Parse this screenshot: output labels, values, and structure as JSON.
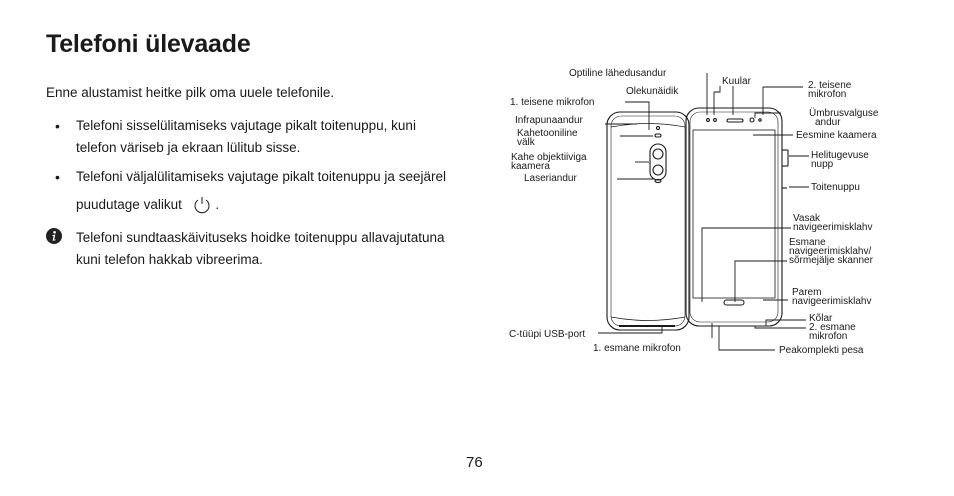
{
  "heading": "Telefoni ülevaade",
  "intro": "Enne alustamist heitke pilk oma uuele telefonile.",
  "bullets": [
    {
      "line1": "Telefoni sisselülitamiseks vajutage pikalt toitenuppu, kuni",
      "line2": "telefon väriseb ja ekraan lülitub sisse."
    },
    {
      "line1": "Telefoni väljalülitamiseks vajutage pikalt toitenuppu ja seejärel",
      "line2": "puudutage valikut",
      "line2_end": "."
    }
  ],
  "note": {
    "line1": "Telefoni sundtaaskäivituseks hoidke toitenuppu allavajutatuna",
    "line2": "kuni telefon hakkab vibreerima."
  },
  "diagram_labels": {
    "optiline": "Optiline lähedusandur",
    "kuular": "Kuular",
    "teisene_mik_2": [
      "2. teisene",
      "mikrofon"
    ],
    "olekunaidik": "Olekunäidik",
    "teisene_mik_1": "1. teisene mikrofon",
    "umbrus": [
      "Ümbrusvalguse",
      "andur"
    ],
    "infrapuna": "Infrapunaandur",
    "eesmine_kaamera": "Eesmine kaamera",
    "valk": [
      "Kahetooniline",
      "välk"
    ],
    "helitugevus": [
      "Helitugevuse",
      "nupp"
    ],
    "kaamera": [
      "Kahe objektiiviga",
      "kaamera"
    ],
    "laser": "Laseriandur",
    "toitenupp": "Toitenuppu",
    "vasak": [
      "Vasak",
      "navigeerimisklahv"
    ],
    "esmane_nav": [
      "Esmane",
      "navigeerimisklahv/",
      "sõrmejälje skanner"
    ],
    "parem": [
      "Parem",
      "navigeerimisklahv"
    ],
    "kolar": "Kõlar",
    "esmane_mik_2": [
      "2. esmane",
      "mikrofon"
    ],
    "usb": "C-tüüpi USB-port",
    "esmane_mik_1": "1. esmane mikrofon",
    "peakomplekt": "Peakomplekti pesa"
  },
  "page_number": "76"
}
